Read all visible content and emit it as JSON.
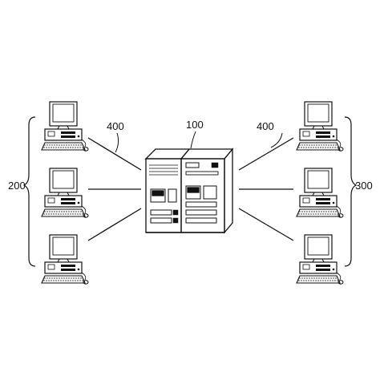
{
  "labels": {
    "server": "100",
    "client_group_left": "200",
    "client_group_right": "300",
    "link_left": "400",
    "link_right": "400"
  },
  "colors": {
    "stroke": "#111111",
    "background": "#ffffff"
  }
}
